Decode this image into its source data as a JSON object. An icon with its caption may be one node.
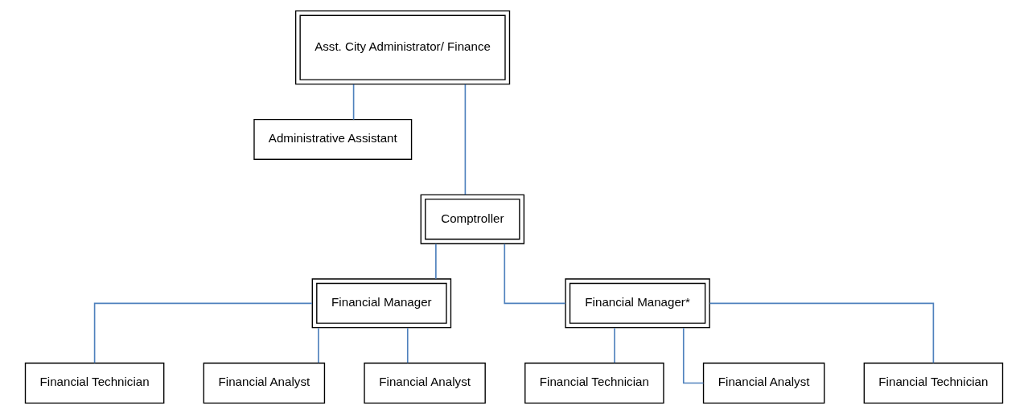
{
  "diagram": {
    "nodes": [
      {
        "text": [
          "Asst. City Administrator/ Finance"
        ]
      },
      {
        "text": [
          "Administrative Assistant"
        ]
      },
      {
        "text": [
          "Comptroller"
        ]
      },
      {
        "text": [
          "Financial Manager"
        ]
      },
      {
        "text": [
          "Financial Manager*"
        ]
      },
      {
        "text": [
          "Financial Technician"
        ]
      },
      {
        "text": [
          "Financial Analyst"
        ]
      },
      {
        "text": [
          "Financial Analyst"
        ]
      },
      {
        "text": [
          "Financial Technician"
        ]
      },
      {
        "text": [
          "Financial Analyst"
        ]
      },
      {
        "text": [
          "Financial Technician"
        ]
      }
    ],
    "edges": [
      {
        "from": 0,
        "to": 1,
        "arrow": "none"
      },
      {
        "from": 0,
        "to": 2,
        "arrow": "none"
      },
      {
        "from": 2,
        "to": 3,
        "arrow": "none"
      },
      {
        "from": 2,
        "to": 4,
        "arrow": "none"
      },
      {
        "from": 3,
        "to": 5,
        "arrow": "none"
      },
      {
        "from": 3,
        "to": 6,
        "arrow": "none"
      },
      {
        "from": 3,
        "to": 7,
        "arrow": "none"
      },
      {
        "from": 4,
        "to": 8,
        "arrow": "none"
      },
      {
        "from": 4,
        "to": 9,
        "arrow": "none"
      },
      {
        "from": 4,
        "to": 10,
        "arrow": "none"
      }
    ]
  }
}
